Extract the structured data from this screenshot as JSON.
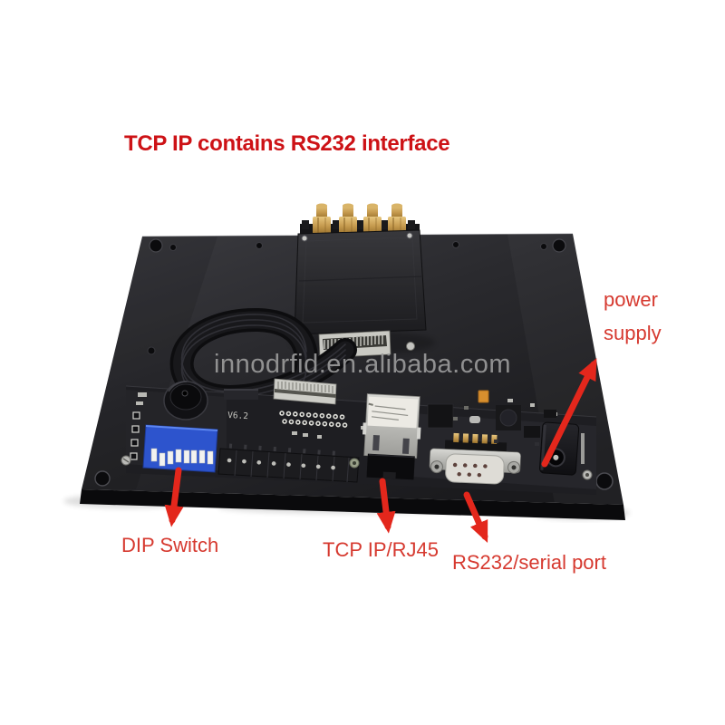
{
  "title": {
    "text": "TCP IP contains RS232 interface"
  },
  "watermark": {
    "text": "innodrfid.en.alibaba.com"
  },
  "annotations": {
    "power_supply": {
      "label": "power supply"
    },
    "dip_switch": {
      "label": "DIP Switch"
    },
    "tcp_ip_rj45": {
      "label": "TCP IP/RJ45"
    },
    "rs232_serial_port": {
      "label": "RS232/serial port"
    }
  },
  "board": {
    "silkscreen_version": "V6.2",
    "parts": [
      "sma-antenna-connector-x4",
      "rfid-reader-module",
      "ribbon-cable",
      "buzzer",
      "dip-switch",
      "terminal-block",
      "ffc-connector",
      "rj45-ethernet-jack",
      "db9-serial-connector",
      "dc-power-jack"
    ]
  },
  "colors": {
    "title_red": "#cd1216",
    "label_red": "#d6392f",
    "arrow_red": "#e3271c",
    "watermark_gray": "#9a9a9a",
    "plate_dark": "#2a2a2e",
    "pcb_dark": "#202025",
    "dip_blue": "#2d54cd",
    "sma_gold": "#c59a4e"
  }
}
